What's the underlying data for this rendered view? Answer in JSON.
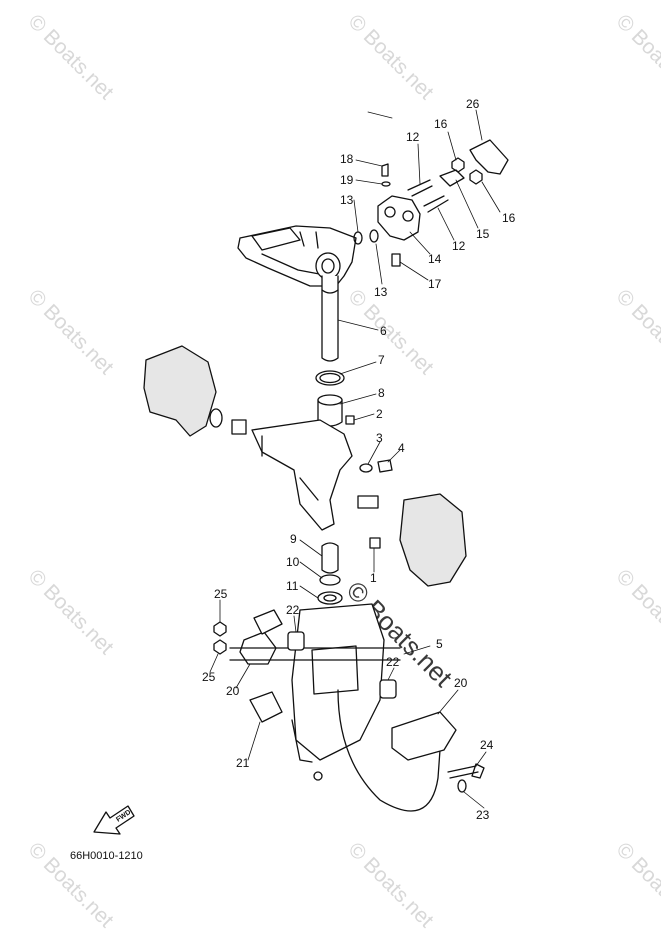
{
  "watermark": {
    "text": "© Boats.net"
  },
  "diagram": {
    "fwd_label": "FWD",
    "drawing_code": "66H0010-1210",
    "callouts": {
      "c1": "1",
      "c2": "2",
      "c3": "3",
      "c4": "4",
      "c5": "5",
      "c6": "6",
      "c7": "7",
      "c8": "8",
      "c9": "9",
      "c10": "10",
      "c11": "11",
      "c12a": "12",
      "c12b": "12",
      "c13a": "13",
      "c13b": "13",
      "c14": "14",
      "c15": "15",
      "c16a": "16",
      "c16b": "16",
      "c17": "17",
      "c18": "18",
      "c19": "19",
      "c20a": "20",
      "c20b": "20",
      "c21": "21",
      "c22a": "22",
      "c22b": "22",
      "c23": "23",
      "c24": "24",
      "c25a": "25",
      "c25b": "25",
      "c26": "26"
    }
  }
}
